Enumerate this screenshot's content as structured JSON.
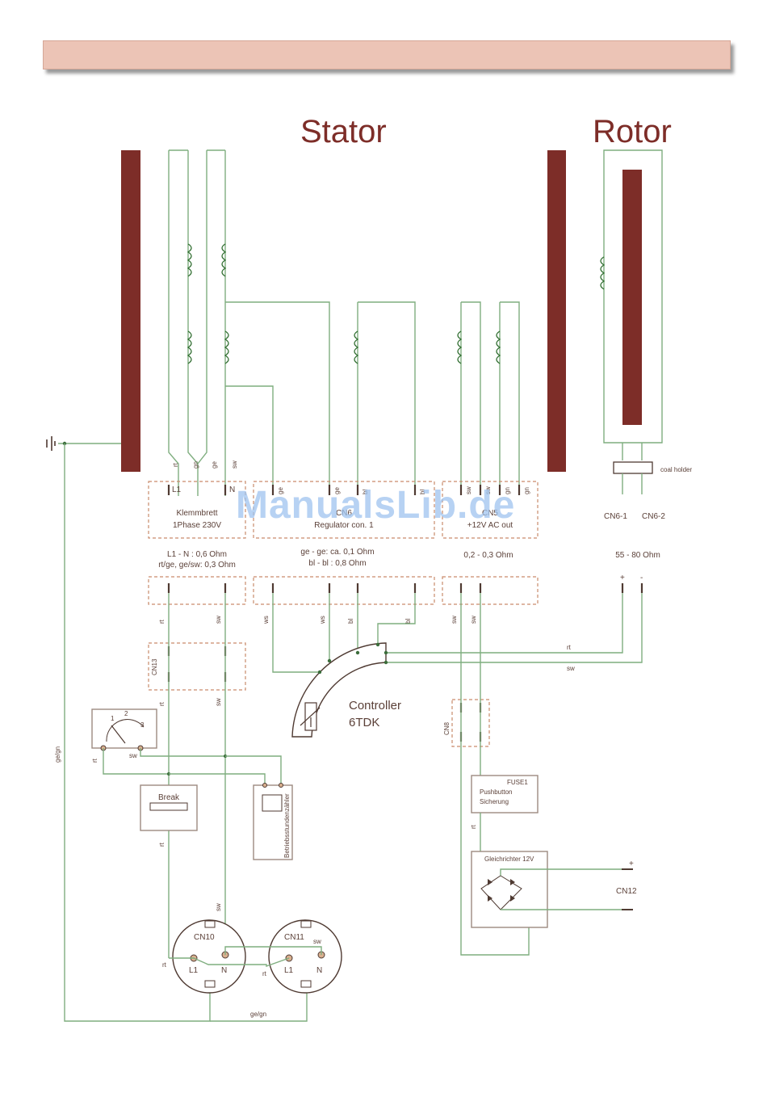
{
  "title_stator": "Stator",
  "title_rotor": "Rotor",
  "watermark": "ManualsLib.de",
  "wire_labels": {
    "rt": "rt",
    "gn": "gn",
    "ge": "ge",
    "sw": "sw",
    "ws": "ws",
    "bl": "bl",
    "gegn": "ge/gn"
  },
  "terminal_labels": {
    "L1": "L1",
    "N": "N",
    "plus": "+",
    "minus": "-"
  },
  "blocks": {
    "klemm_name": "Klemmbrett",
    "klemm_sub": "1Phase 230V",
    "reg_name": "CN6",
    "reg_sub": "Regulator con. 1",
    "ac_name": "CN5",
    "ac_sub": "+12V AC out",
    "cn61": "CN6-1",
    "cn62": "CN6-2",
    "coal_holder": "coal holder"
  },
  "resistances": {
    "klemm_1": "L1 - N : 0,6 Ohm",
    "klemm_2": "rt/ge, ge/sw: 0,3 Ohm",
    "reg_1": "ge - ge: ca. 0,1 Ohm",
    "reg_2": "bl - bl : 0,8 Ohm",
    "ac": "0,2 - 0,3 Ohm",
    "rotor": "55 - 80 Ohm"
  },
  "components": {
    "cn13": "CN13",
    "cn8": "CN8",
    "controller_1": "Controller",
    "controller_2": "6TDK",
    "meter_1": "1",
    "meter_2": "2",
    "meter_3": "3",
    "break": "Break",
    "counter": "Betriebsstundenzähler",
    "fuse_1": "FUSE1",
    "fuse_2": "Pushbutton",
    "fuse_3": "Sicherung",
    "rect": "Gleichrichter 12V",
    "cn12": "CN12",
    "cn10": "CN10",
    "cn11": "CN11"
  }
}
